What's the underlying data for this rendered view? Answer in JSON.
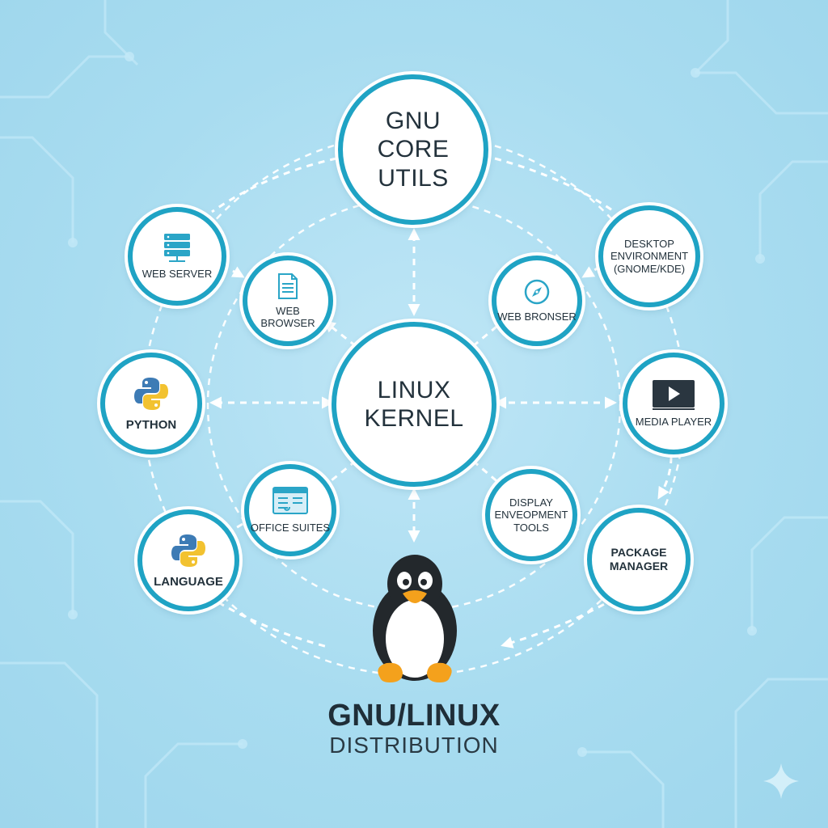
{
  "nodes": {
    "gnu_core_utils": "GNU\nCORE\nUTILS",
    "linux_kernel": "LINUX\nKERNEL",
    "web_server": "WEB SERVER",
    "web_browser_left": "WEB\nBROWSER",
    "web_browser_right": "WEB BRONSER",
    "desktop_environment": "DESKTOP\nENVIRONMENT\n(GNOME/KDE)",
    "python": "PYTHON",
    "media_player": "MEDIA PLAYER",
    "office_suites": "OFFICE SUITES",
    "display_tools": "DISPLAY\nENVEOPMENT\nTOOLS",
    "language": "LANGUAGE",
    "package_manager": "PACKAGE\nMANAGER"
  },
  "footer": {
    "title": "GNU/LINUX",
    "subtitle": "DISTRIBUTION"
  },
  "icons": {
    "web_server": "server-rack-icon",
    "web_browser_left": "document-icon",
    "web_browser_right": "compass-icon",
    "python": "python-logo-icon",
    "media_player": "play-screen-icon",
    "office_suites": "spreadsheet-icon",
    "language": "python-logo-icon",
    "distribution": "tux-penguin-icon"
  },
  "colors": {
    "background": "#a9dcf0",
    "ring": "#1fa3c4",
    "text": "#23323c",
    "connector": "#ffffff"
  }
}
